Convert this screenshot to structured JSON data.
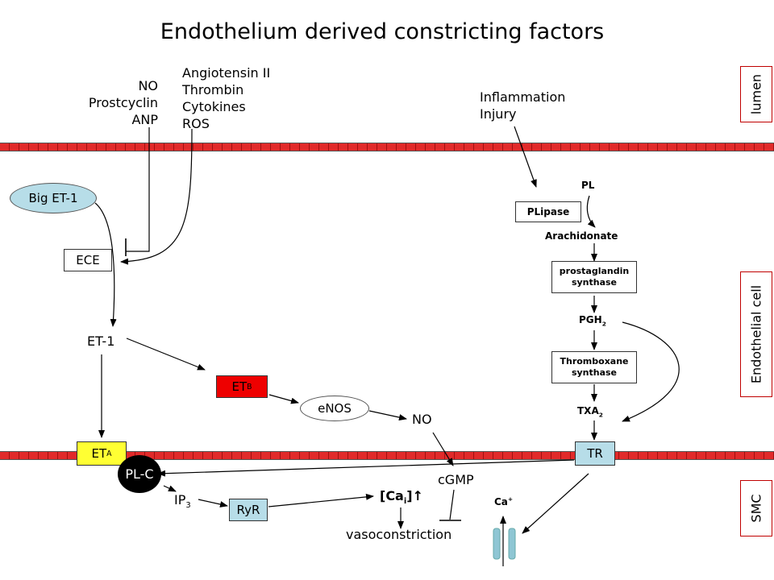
{
  "title": "Endothelium derived constricting factors",
  "regions": {
    "lumen": "lumen",
    "endothelial": "Endothelial cell",
    "smc": "SMC"
  },
  "inhibitors": [
    "NO",
    "Prostcyclin",
    "ANP"
  ],
  "activators": [
    "Angiotensin II",
    "Thrombin",
    "Cytokines",
    "ROS"
  ],
  "triggers": [
    "Inflammation",
    "Injury"
  ],
  "nodes": {
    "big_et1": "Big ET-1",
    "ece": "ECE",
    "et1": "ET-1",
    "etb": "ET",
    "etb_sub": "B",
    "enos": "eNOS",
    "no": "NO",
    "eta": "ET",
    "eta_sub": "A",
    "plc": "PL-C",
    "ip3": "IP",
    "ip3_sub": "3",
    "ryr": "RyR",
    "ca": "[Ca",
    "ca_sub": "i",
    "ca_close": "]↑",
    "cgmp": "cGMP",
    "vasoconstriction": "vasoconstriction",
    "ca_channel": "Ca",
    "ca_channel_sup": "+",
    "pl": "PL",
    "plipase": "PLipase",
    "arachidonate": "Arachidonate",
    "pg_synthase": "prostaglandin synthase",
    "pgh2": "PGH",
    "pgh2_sub": "2",
    "tx_synthase": "Thromboxane synthase",
    "txa2": "TXA",
    "txa2_sub": "2",
    "tr": "TR"
  },
  "colors": {
    "membrane": "#e12a2a",
    "etb_fill": "#ee0000",
    "eta_fill": "#ffff33",
    "ellipse_fill": "#b7dde8",
    "plc_fill": "#000000",
    "box_blue": "#b7dde8",
    "side_border": "#c00000"
  }
}
